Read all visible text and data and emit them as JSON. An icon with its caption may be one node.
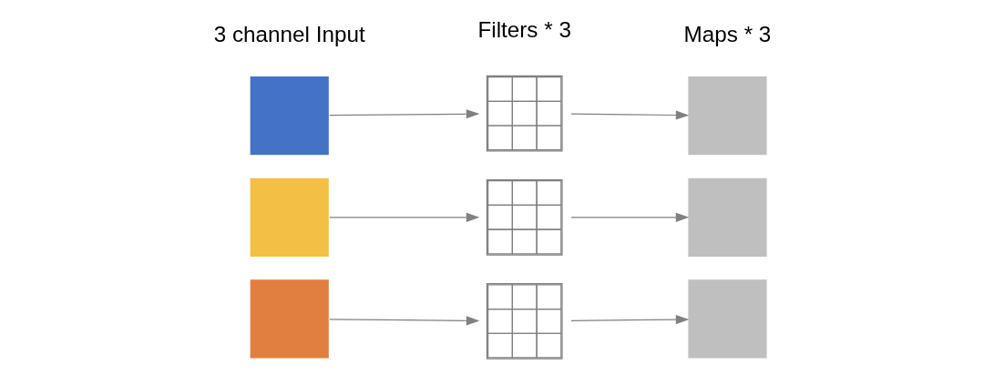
{
  "diagram": {
    "nodes": [
      {
        "text": [],
        "shape": "box"
      },
      {
        "text": [],
        "shape": "box"
      },
      {
        "text": [],
        "shape": "box"
      },
      {
        "text": [],
        "shape": "grid"
      },
      {
        "text": [],
        "shape": "grid"
      },
      {
        "text": [],
        "shape": "grid"
      },
      {
        "text": [],
        "shape": "box"
      },
      {
        "text": [],
        "shape": "box"
      },
      {
        "text": [],
        "shape": "box"
      }
    ],
    "edges": [
      {
        "from": 0,
        "to": 3,
        "arrow": "to"
      },
      {
        "from": 1,
        "to": 4,
        "arrow": "to"
      },
      {
        "from": 2,
        "to": 5,
        "arrow": "to"
      },
      {
        "from": 3,
        "to": 6,
        "arrow": "to"
      },
      {
        "from": 4,
        "to": 7,
        "arrow": "to"
      },
      {
        "from": 5,
        "to": 8,
        "arrow": "to"
      }
    ],
    "labels": [
      "3 channel Input",
      "Filters * 3",
      "Maps * 3"
    ]
  }
}
